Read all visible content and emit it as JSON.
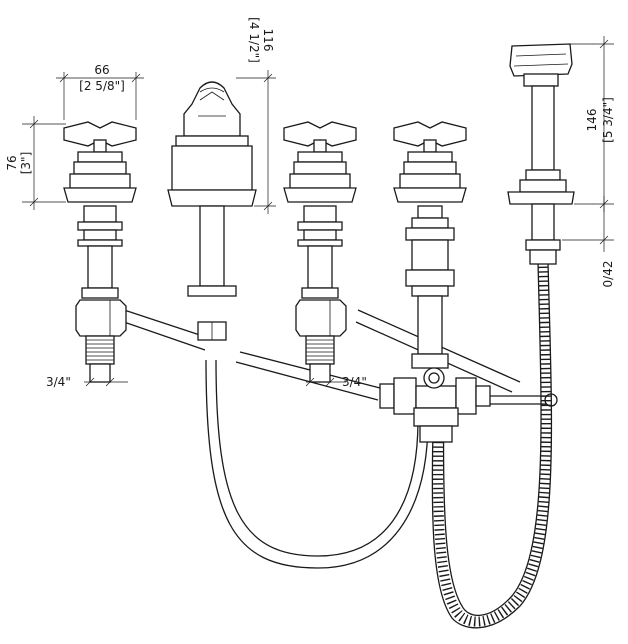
{
  "dimensions": {
    "handle_width_mm": "66",
    "handle_width_in": "[2 5/8\"]",
    "handle_height_mm": "76",
    "handle_height_in": "[3\"]",
    "spout_height_mm": "116",
    "spout_height_in": "[4 1/2\"]",
    "handshower_height_mm": "146",
    "handshower_height_in": "[5 3/4\"]",
    "deck_thickness": "0/42",
    "connection_left": "3/4\"",
    "connection_right": "3/4\""
  },
  "colors": {
    "line": "#1a1a1a",
    "background": "#ffffff"
  }
}
